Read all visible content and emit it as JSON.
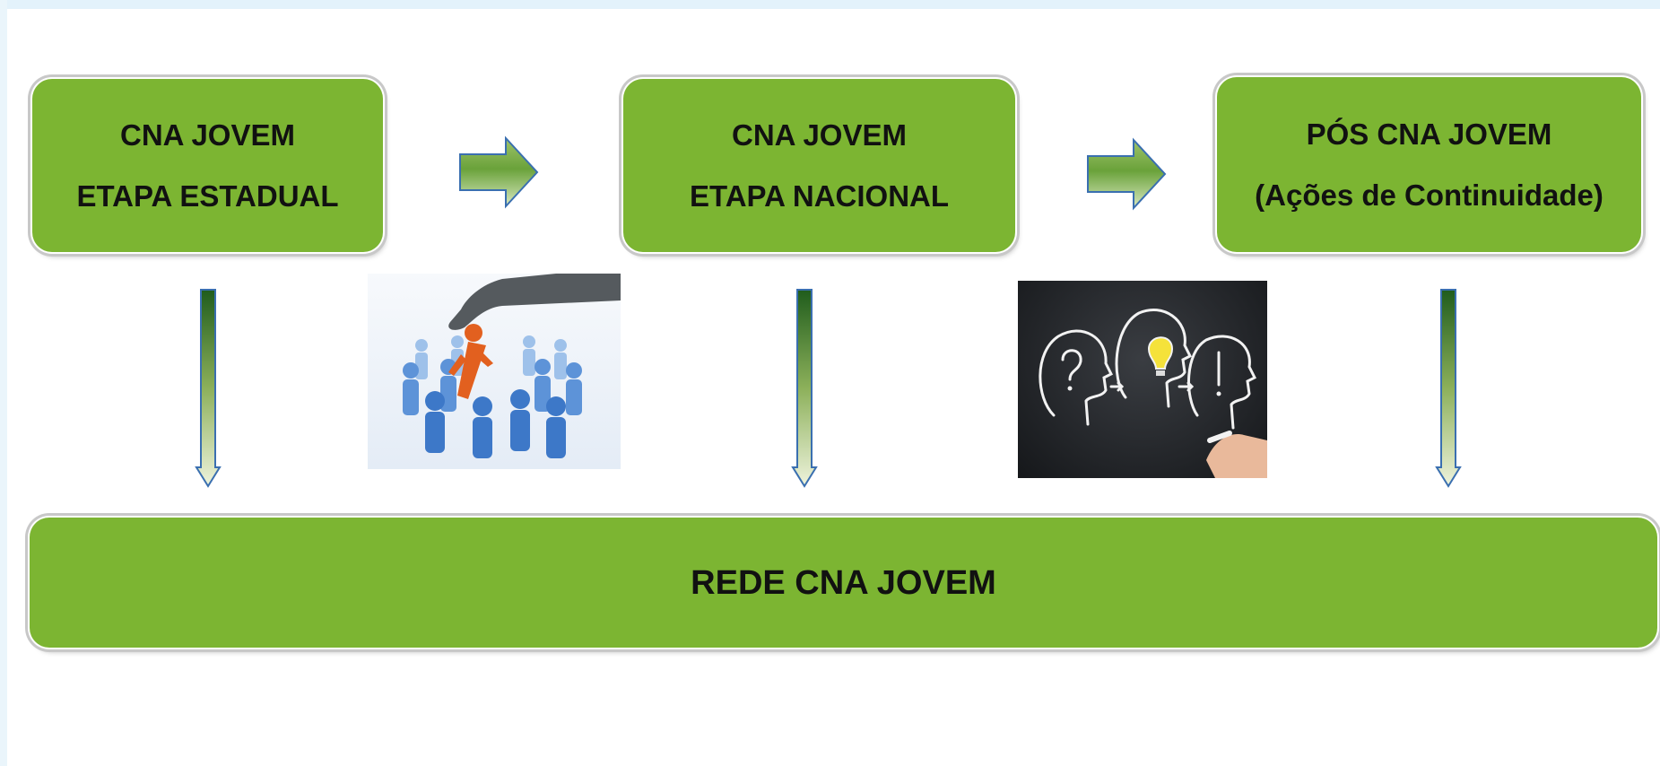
{
  "stages": [
    {
      "line1": "CNA JOVEM",
      "line2": "ETAPA ESTADUAL"
    },
    {
      "line1": "CNA JOVEM",
      "line2": "ETAPA NACIONAL"
    },
    {
      "line1": "PÓS CNA JOVEM",
      "line2": "(Ações de Continuidade)"
    }
  ],
  "network": {
    "label": "REDE CNA JOVEM"
  },
  "colors": {
    "box_green": "#7cb532",
    "arrow_dark": "#1f5c1c",
    "arrow_light": "#dfe9c4",
    "arrow_outline": "#3a6fb0"
  },
  "images": [
    {
      "icon": "selection-hand-people-icon"
    },
    {
      "icon": "idea-heads-chalkboard-icon"
    }
  ]
}
